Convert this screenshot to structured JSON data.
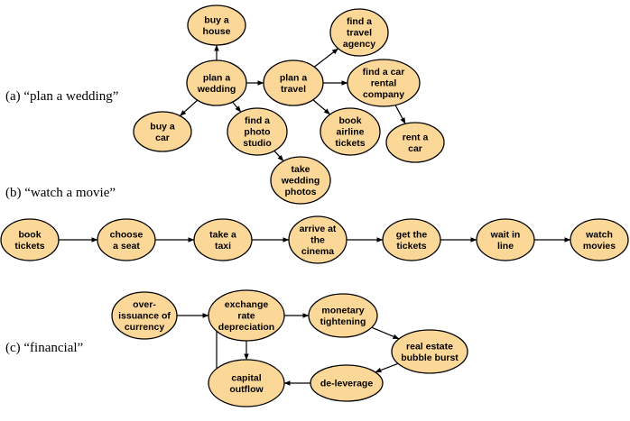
{
  "colors": {
    "node_fill": "#fcd898",
    "stroke": "#000000",
    "background": "#ffffff"
  },
  "panels": [
    {
      "id": "a",
      "label": "(a) “plan a wedding”",
      "nodes": [
        {
          "id": "house",
          "lines": [
            "buy a",
            "house"
          ]
        },
        {
          "id": "wedding",
          "lines": [
            "plan a",
            "wedding"
          ]
        },
        {
          "id": "travel",
          "lines": [
            "plan a",
            "travel"
          ]
        },
        {
          "id": "agency",
          "lines": [
            "find a",
            "travel",
            "agency"
          ]
        },
        {
          "id": "rental",
          "lines": [
            "find a car",
            "rental",
            "company"
          ]
        },
        {
          "id": "buycar",
          "lines": [
            "buy a",
            "car"
          ]
        },
        {
          "id": "studio",
          "lines": [
            "find a",
            "photo",
            "studio"
          ]
        },
        {
          "id": "airline",
          "lines": [
            "book",
            "airline",
            "tickets"
          ]
        },
        {
          "id": "rentcar",
          "lines": [
            "rent a",
            "car"
          ]
        },
        {
          "id": "photos",
          "lines": [
            "take",
            "wedding",
            "photos"
          ]
        }
      ],
      "edges": [
        {
          "from": "wedding",
          "to": "house"
        },
        {
          "from": "wedding",
          "to": "travel"
        },
        {
          "from": "wedding",
          "to": "buycar"
        },
        {
          "from": "wedding",
          "to": "studio"
        },
        {
          "from": "travel",
          "to": "agency"
        },
        {
          "from": "travel",
          "to": "rental"
        },
        {
          "from": "travel",
          "to": "airline"
        },
        {
          "from": "rental",
          "to": "rentcar"
        },
        {
          "from": "studio",
          "to": "photos"
        }
      ]
    },
    {
      "id": "b",
      "label": "(b) “watch a movie”",
      "nodes": [
        {
          "id": "book",
          "lines": [
            "book",
            "tickets"
          ]
        },
        {
          "id": "seat",
          "lines": [
            "choose",
            "a seat"
          ]
        },
        {
          "id": "taxi",
          "lines": [
            "take a",
            "taxi"
          ]
        },
        {
          "id": "arrive",
          "lines": [
            "arrive at",
            "the",
            "cinema"
          ]
        },
        {
          "id": "get",
          "lines": [
            "get the",
            "tickets"
          ]
        },
        {
          "id": "wait",
          "lines": [
            "wait in",
            "line"
          ]
        },
        {
          "id": "watch",
          "lines": [
            "watch",
            "movies"
          ]
        }
      ],
      "edges": [
        {
          "from": "book",
          "to": "seat"
        },
        {
          "from": "seat",
          "to": "taxi"
        },
        {
          "from": "taxi",
          "to": "arrive"
        },
        {
          "from": "arrive",
          "to": "get"
        },
        {
          "from": "get",
          "to": "wait"
        },
        {
          "from": "wait",
          "to": "watch"
        }
      ]
    },
    {
      "id": "c",
      "label": "(c) “financial”",
      "nodes": [
        {
          "id": "over",
          "lines": [
            "over-",
            "issuance of",
            "currency"
          ]
        },
        {
          "id": "exch",
          "lines": [
            "exchange",
            "rate",
            "depreciation"
          ]
        },
        {
          "id": "mon",
          "lines": [
            "monetary",
            "tightening"
          ]
        },
        {
          "id": "bubble",
          "lines": [
            "real estate",
            "bubble burst"
          ]
        },
        {
          "id": "delev",
          "lines": [
            "de-leverage"
          ]
        },
        {
          "id": "cap",
          "lines": [
            "capital",
            "outflow"
          ]
        }
      ],
      "edges": [
        {
          "from": "over",
          "to": "exch"
        },
        {
          "from": "exch",
          "to": "mon"
        },
        {
          "from": "exch",
          "to": "cap"
        },
        {
          "from": "mon",
          "to": "bubble"
        },
        {
          "from": "bubble",
          "to": "delev"
        },
        {
          "from": "delev",
          "to": "cap"
        },
        {
          "from": "cap",
          "to": "exch"
        }
      ]
    }
  ]
}
